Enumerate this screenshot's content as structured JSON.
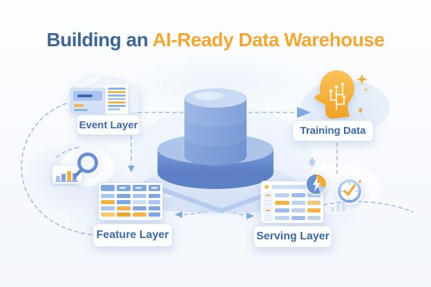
{
  "title": {
    "prefix": "Building an",
    "highlight": "AI-Ready Data Warehouse"
  },
  "nodes": {
    "event": {
      "label": "Event Layer"
    },
    "training": {
      "label": "Training Data"
    },
    "feature": {
      "label": "Feature Layer"
    },
    "serving": {
      "label": "Serving Layer"
    }
  },
  "icons": {
    "center": "database-cylinder-icon",
    "event": "documents-box-icon",
    "training": "ai-head-circuit-icon",
    "feature": "data-table-icon",
    "serving": "dashboard-grid-icon",
    "analytics": "magnifier-bar-chart-icon",
    "pie": "pie-chart-lightning-icon",
    "clock": "clock-check-icon"
  },
  "colors": {
    "title_blue": "#3d6598",
    "title_orange": "#f5a62e",
    "label_text": "#3c68a8",
    "db_blue": "#7d9ed8",
    "accent_orange": "#f2b347",
    "connector": "#9dbbe6"
  }
}
